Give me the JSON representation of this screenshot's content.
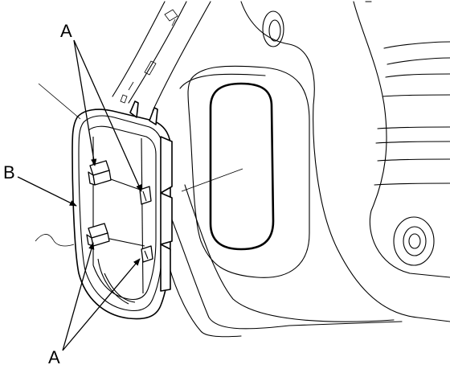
{
  "diagram": {
    "callouts": {
      "clip_label": "A",
      "cover_label": "B"
    },
    "parts": [
      {
        "id": "service-cover",
        "callout": "B"
      },
      {
        "id": "retaining-clips",
        "callout": "A",
        "count": 4
      }
    ],
    "colors": {
      "line": "#000000",
      "background": "#ffffff"
    }
  }
}
